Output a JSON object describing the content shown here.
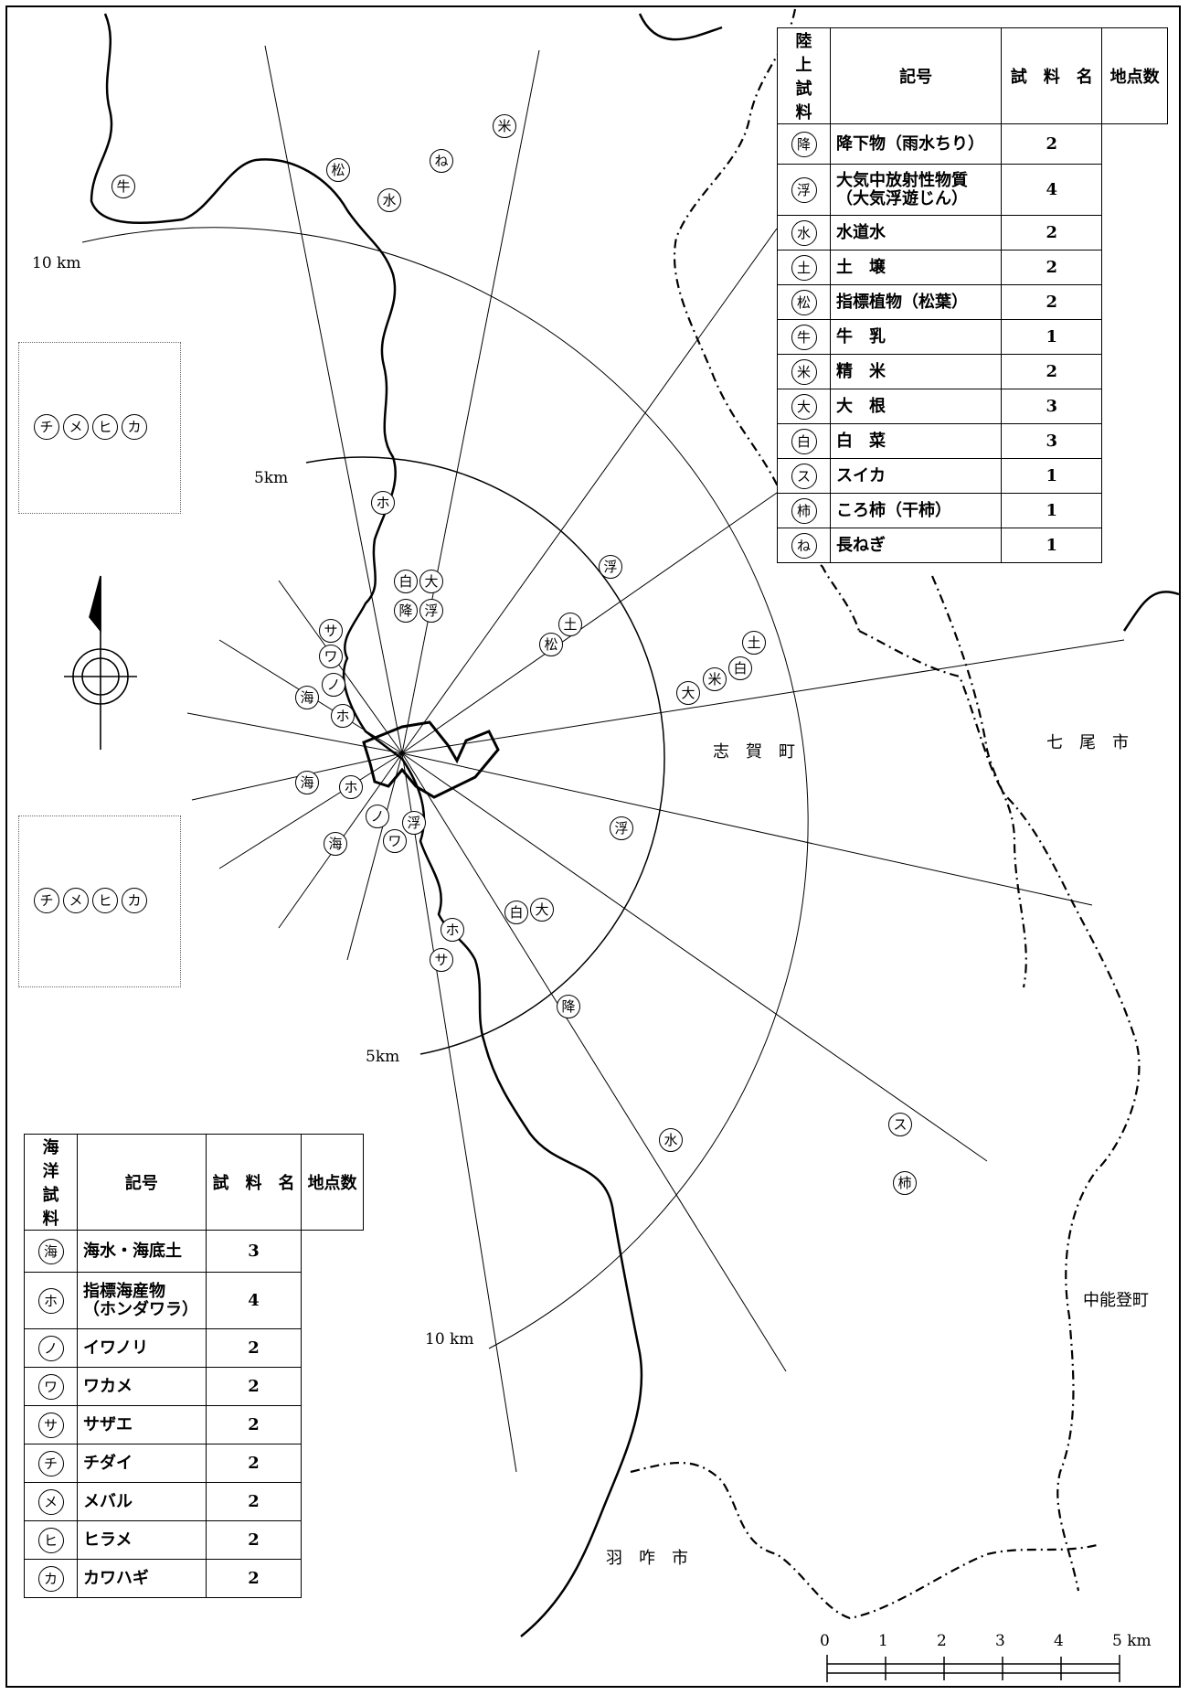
{
  "land_table": {
    "group_label": "陸上試料",
    "headers": {
      "symbol": "記号",
      "name": "試　料　名",
      "count": "地点数"
    },
    "rows": [
      {
        "symbol": "降",
        "name": "降下物（雨水ちり）",
        "count": "2"
      },
      {
        "symbol": "浮",
        "name": "大気中放射性物質\n（大気浮遊じん）",
        "count": "4"
      },
      {
        "symbol": "水",
        "name": "水道水",
        "count": "2"
      },
      {
        "symbol": "土",
        "name": "土　壌",
        "count": "2"
      },
      {
        "symbol": "松",
        "name": "指標植物（松葉）",
        "count": "2"
      },
      {
        "symbol": "牛",
        "name": "牛　乳",
        "count": "1"
      },
      {
        "symbol": "米",
        "name": "精　米",
        "count": "2"
      },
      {
        "symbol": "大",
        "name": "大　根",
        "count": "3"
      },
      {
        "symbol": "白",
        "name": "白　菜",
        "count": "3"
      },
      {
        "symbol": "ス",
        "name": "スイカ",
        "count": "1"
      },
      {
        "symbol": "柿",
        "name": "ころ柿（干柿）",
        "count": "1"
      },
      {
        "symbol": "ね",
        "name": "長ねぎ",
        "count": "1"
      }
    ]
  },
  "sea_table": {
    "group_label": "海洋試料",
    "headers": {
      "symbol": "記号",
      "name": "試　料　名",
      "count": "地点数"
    },
    "rows": [
      {
        "symbol": "海",
        "name": "海水・海底土",
        "count": "3"
      },
      {
        "symbol": "ホ",
        "name": "指標海産物\n（ホンダワラ）",
        "count": "4"
      },
      {
        "symbol": "ノ",
        "name": "イワノリ",
        "count": "2"
      },
      {
        "symbol": "ワ",
        "name": "ワカメ",
        "count": "2"
      },
      {
        "symbol": "サ",
        "name": "サザエ",
        "count": "2"
      },
      {
        "symbol": "チ",
        "name": "チダイ",
        "count": "2"
      },
      {
        "symbol": "メ",
        "name": "メバル",
        "count": "2"
      },
      {
        "symbol": "ヒ",
        "name": "ヒラメ",
        "count": "2"
      },
      {
        "symbol": "カ",
        "name": "カワハギ",
        "count": "2"
      }
    ]
  },
  "sea_boxes": [
    {
      "symbols": [
        "チ",
        "メ",
        "ヒ",
        "カ"
      ]
    },
    {
      "symbols": [
        "チ",
        "メ",
        "ヒ",
        "カ"
      ]
    }
  ],
  "place_labels": {
    "shika": "志　賀　町",
    "nanao": "七　尾　市",
    "nakanoto": "中能登町",
    "hakui": "羽　咋　市"
  },
  "distance_labels": {
    "r10_north": "10 km",
    "r5_north": "5km",
    "r5_south": "5km",
    "r10_south": "10 km"
  },
  "scale_bar": {
    "ticks": [
      "0",
      "1",
      "2",
      "3",
      "4",
      "5 km"
    ]
  },
  "map_markers": [
    {
      "s": "牛"
    },
    {
      "s": "松"
    },
    {
      "s": "ね"
    },
    {
      "s": "米"
    },
    {
      "s": "水"
    },
    {
      "s": "ホ"
    },
    {
      "s": "白"
    },
    {
      "s": "大"
    },
    {
      "s": "降"
    },
    {
      "s": "浮"
    },
    {
      "s": "サ"
    },
    {
      "s": "ワ"
    },
    {
      "s": "ノ"
    },
    {
      "s": "海"
    },
    {
      "s": "ホ"
    },
    {
      "s": "浮"
    },
    {
      "s": "土"
    },
    {
      "s": "松"
    },
    {
      "s": "土"
    },
    {
      "s": "白"
    },
    {
      "s": "米"
    },
    {
      "s": "大"
    },
    {
      "s": "海"
    },
    {
      "s": "ホ"
    },
    {
      "s": "ノ"
    },
    {
      "s": "浮"
    },
    {
      "s": "ワ"
    },
    {
      "s": "海"
    },
    {
      "s": "浮"
    },
    {
      "s": "白"
    },
    {
      "s": "大"
    },
    {
      "s": "ホ"
    },
    {
      "s": "サ"
    },
    {
      "s": "降"
    },
    {
      "s": "水"
    },
    {
      "s": "ス"
    },
    {
      "s": "柿"
    }
  ]
}
